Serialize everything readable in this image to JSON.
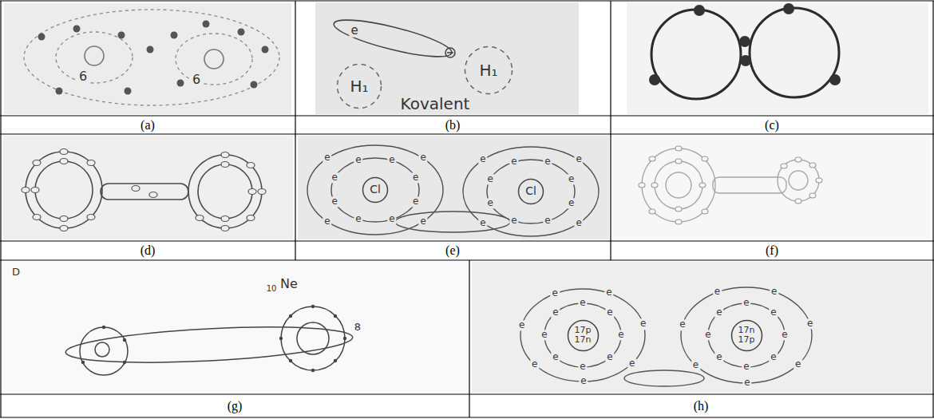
{
  "diagram": {
    "nodes": [
      {
        "text": [
          "H₁"
        ]
      },
      {
        "text": [
          "H₁"
        ]
      },
      {
        "text": [
          "Cl"
        ]
      },
      {
        "text": [
          "Cl"
        ]
      },
      {
        "text": [
          "17p 17n"
        ]
      },
      {
        "text": [
          "17n 17p"
        ]
      }
    ],
    "labels": [
      "(a)",
      "(b)",
      "(c)",
      "(d)",
      "(e)",
      "(f)",
      "(g)",
      "(h)",
      "6",
      "6",
      "e",
      "Kovalent",
      "D",
      "10",
      "Ne",
      "8",
      "e",
      "e",
      "e",
      "e",
      "e",
      "e",
      "e",
      "e",
      "e",
      "e",
      "e",
      "e",
      "e",
      "e",
      "e",
      "e",
      "e",
      "e",
      "e",
      "e",
      "e",
      "e",
      "e",
      "e",
      "e",
      "e",
      "e",
      "e",
      "e",
      "e",
      "e",
      "e",
      "e",
      "e",
      "e",
      "e",
      "e",
      "e",
      "e",
      "e",
      "e",
      "e",
      "e",
      "e",
      "e",
      "e",
      "e",
      "e",
      "e",
      "e",
      "e",
      "e",
      "e",
      "e"
    ]
  }
}
